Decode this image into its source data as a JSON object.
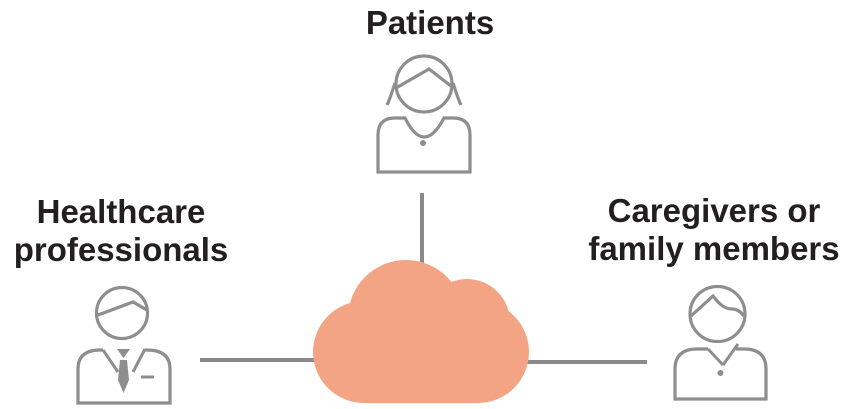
{
  "diagram": {
    "title": "Cloud connecting patients, healthcare professionals and caregivers",
    "colors": {
      "cloud": "#f2a485",
      "connector": "#8a8a8a",
      "icon_stroke": "#8e8e8e",
      "text": "#231f20"
    },
    "center": {
      "icon": "cloud-icon"
    },
    "nodes": {
      "patients": {
        "label": "Patients",
        "icon": "female-patient-icon",
        "position": "top"
      },
      "healthcare": {
        "line1": "Healthcare",
        "line2": "professionals",
        "icon": "healthcare-professional-icon",
        "position": "left"
      },
      "caregivers": {
        "line1": "Caregivers or",
        "line2": "family members",
        "icon": "caregiver-icon",
        "position": "right"
      }
    }
  }
}
